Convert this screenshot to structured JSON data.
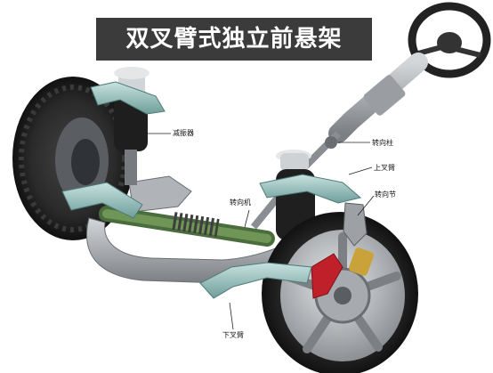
{
  "title": "双叉臂式独立前悬架",
  "labels": {
    "shock_absorber": "减振器",
    "steering_column": "转向柱",
    "upper_arm": "上叉臂",
    "steering_knuckle": "转向节",
    "steering_gear": "转向机",
    "lower_arm": "下叉臂"
  },
  "colors": {
    "arm": "#9fc6c4",
    "arm_dark": "#5f8d8b",
    "tire": "#1f1f1f",
    "rim": "#b8bcc0",
    "caliper": "#c0202a",
    "steel": "#8a8e92",
    "title_bg": "#3b3b3b"
  }
}
